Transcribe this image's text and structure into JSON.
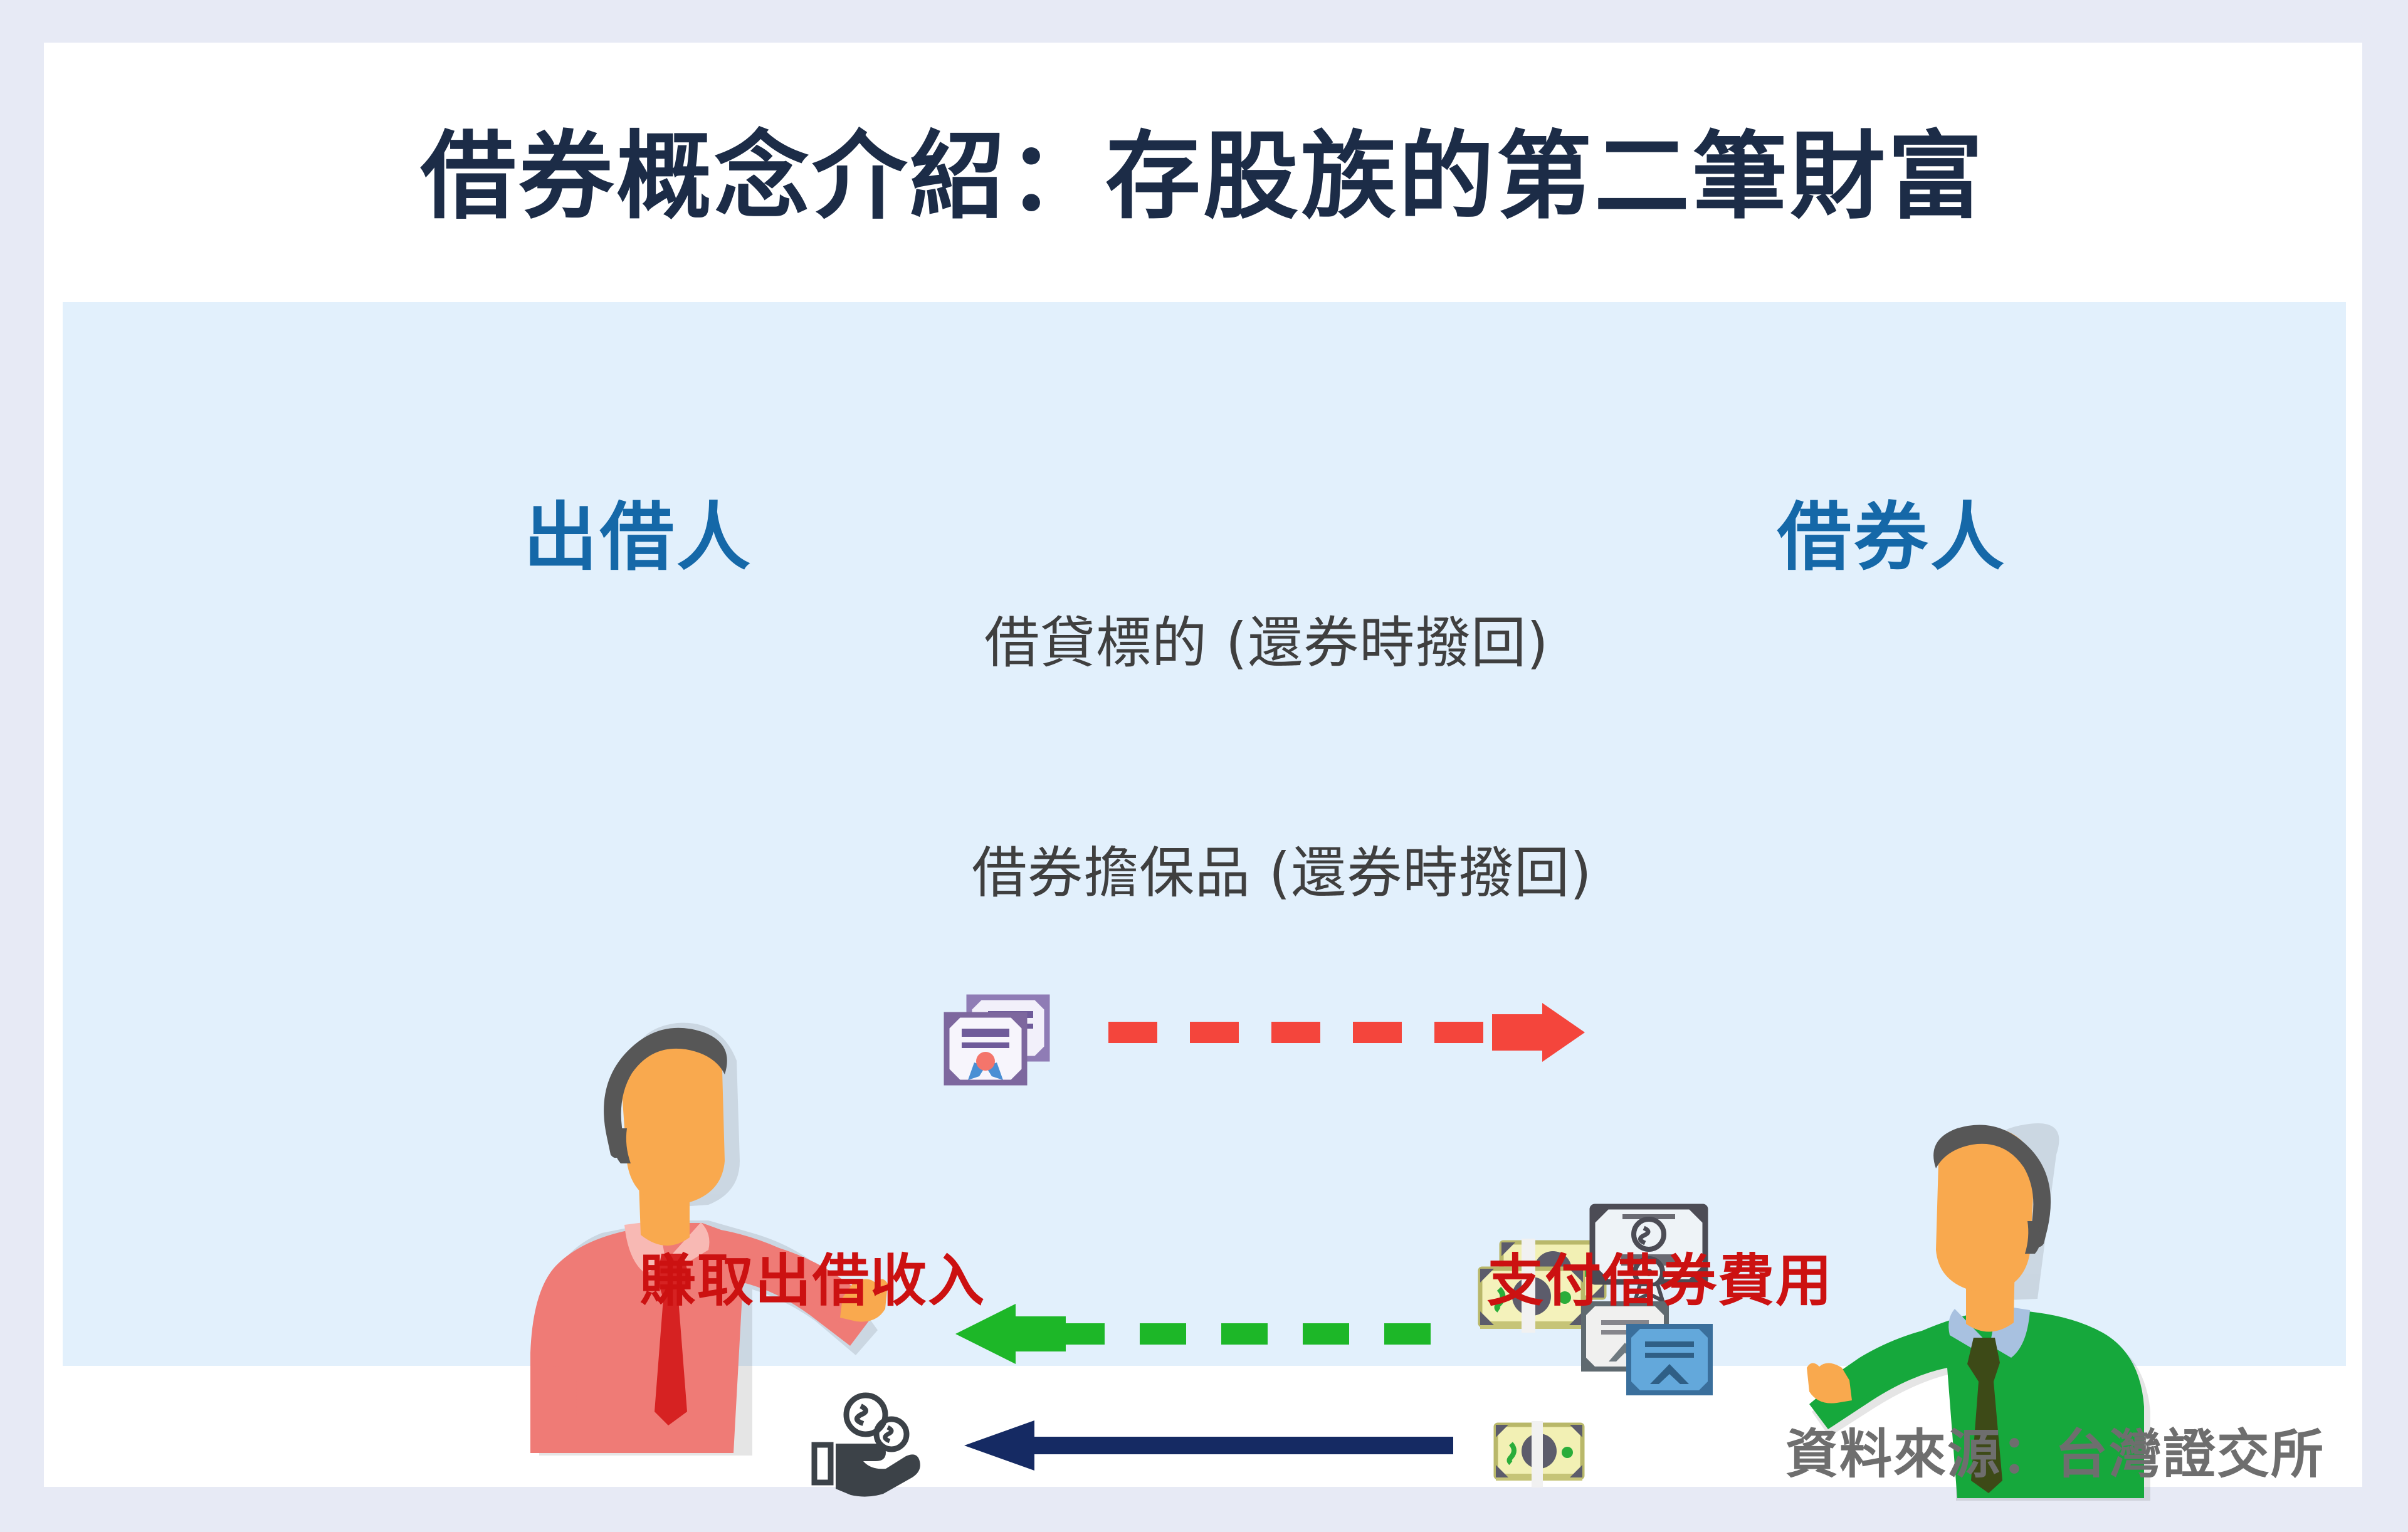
{
  "page": {
    "title": "借券概念介紹：存股族的第二筆財富",
    "source_note": "資料來源：台灣證交所",
    "background_color": "#e7eaf5",
    "card_color": "#ffffff",
    "panel_color": "#e2f0fc",
    "title_color": "#1c2c47",
    "source_color": "#6e6e6e"
  },
  "roles": {
    "lender": {
      "label": "出借人",
      "color": "#1568a8",
      "shirt_color": "#ef7b76",
      "tie_color": "#d62222",
      "collar_color": "#f8b9b4",
      "skin_color": "#f9a council",
      "hair_color": "#575757"
    },
    "borrower": {
      "label": "借券人",
      "color": "#1568a8",
      "shirt_color": "#16a83c",
      "tie_color": "#3d4a17",
      "collar_color": "#a8c1e0",
      "skin_color": "#f9a94e",
      "hair_color": "#575757"
    }
  },
  "flows": [
    {
      "id": "underlying",
      "caption": "借貸標的 (還券時撥回)",
      "direction": "right",
      "style": "dashed",
      "color": "#f4453c",
      "icon": "stock-certificate-icon",
      "caption_color": "#3f3f3f"
    },
    {
      "id": "collateral",
      "caption": "借券擔保品 (還券時撥回)",
      "direction": "left",
      "style": "dashed",
      "color": "#1db728",
      "icon": "cash-and-certificates-icon",
      "caption_color": "#3f3f3f"
    },
    {
      "id": "fee",
      "caption": "",
      "direction": "left",
      "style": "solid",
      "color": "#152a63",
      "icon": "banknote-icon",
      "caption_color": "#3f3f3f"
    }
  ],
  "outcomes": {
    "lender_outcome": "賺取出借收入",
    "borrower_outcome": "支付借券費用",
    "color": "#cc1111"
  },
  "icons": {
    "stock_certificate": "stock-certificate-icon",
    "cash_stack": "cash-stack-icon",
    "banknote_seal": "banknote-seal-certificate-icon",
    "blue_certificates": "blue-certificates-icon",
    "hand_coins": "hand-receiving-coins-icon",
    "cash_single": "banknote-icon"
  }
}
